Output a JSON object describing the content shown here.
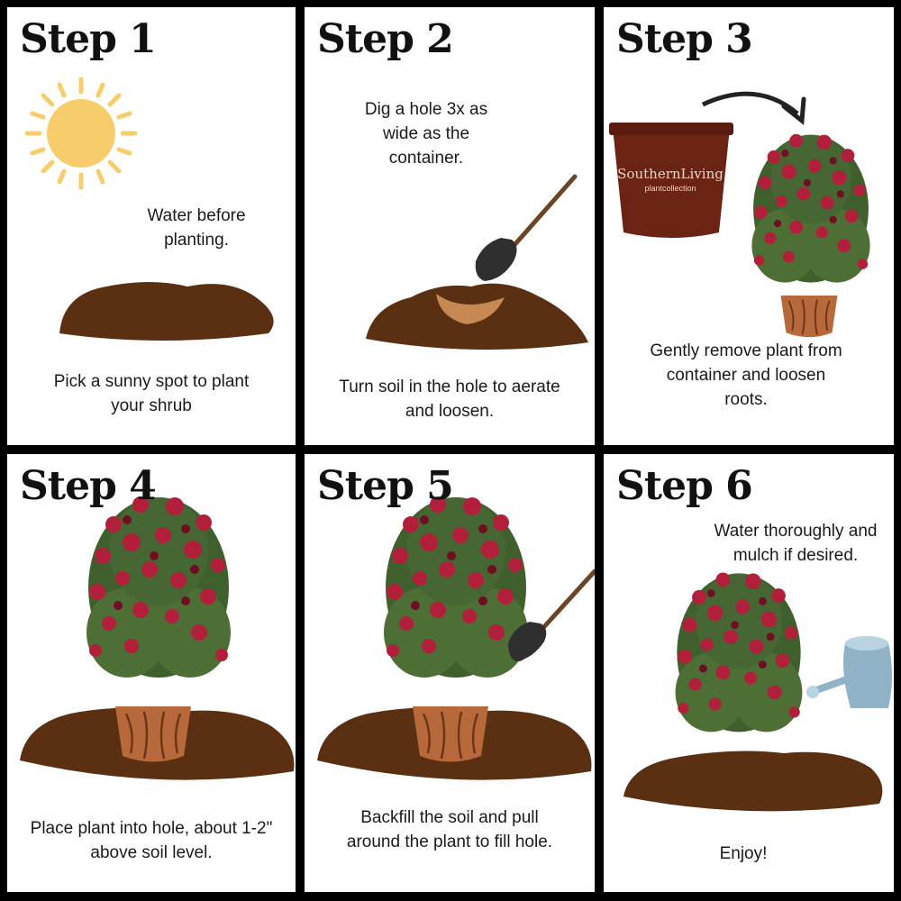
{
  "steps": [
    {
      "title": "Step 1",
      "caption_top": "Water before planting.",
      "caption_bottom": "Pick a sunny spot to plant your shrub"
    },
    {
      "title": "Step 2",
      "caption_top": "Dig a hole 3x as wide as the container.",
      "caption_bottom": "Turn soil in the hole to aerate and loosen."
    },
    {
      "title": "Step 3",
      "caption_bottom": "Gently remove plant from container and loosen roots.",
      "pot_brand": "SouthernLiving",
      "pot_sub": "plantcollection"
    },
    {
      "title": "Step 4",
      "caption_bottom": "Place plant into hole, about 1-2\" above soil level."
    },
    {
      "title": "Step 5",
      "caption_bottom": "Backfill the soil and pull around the plant to fill hole."
    },
    {
      "title": "Step 6",
      "caption_top": "Water thoroughly and mulch if desired.",
      "caption_bottom": "Enjoy!"
    }
  ],
  "colors": {
    "soil": "#5a2f12",
    "sun": "#f7cd6b",
    "pot": "#6b2414",
    "flower": "#b21f3b",
    "leaf": "#3f5f2d"
  }
}
